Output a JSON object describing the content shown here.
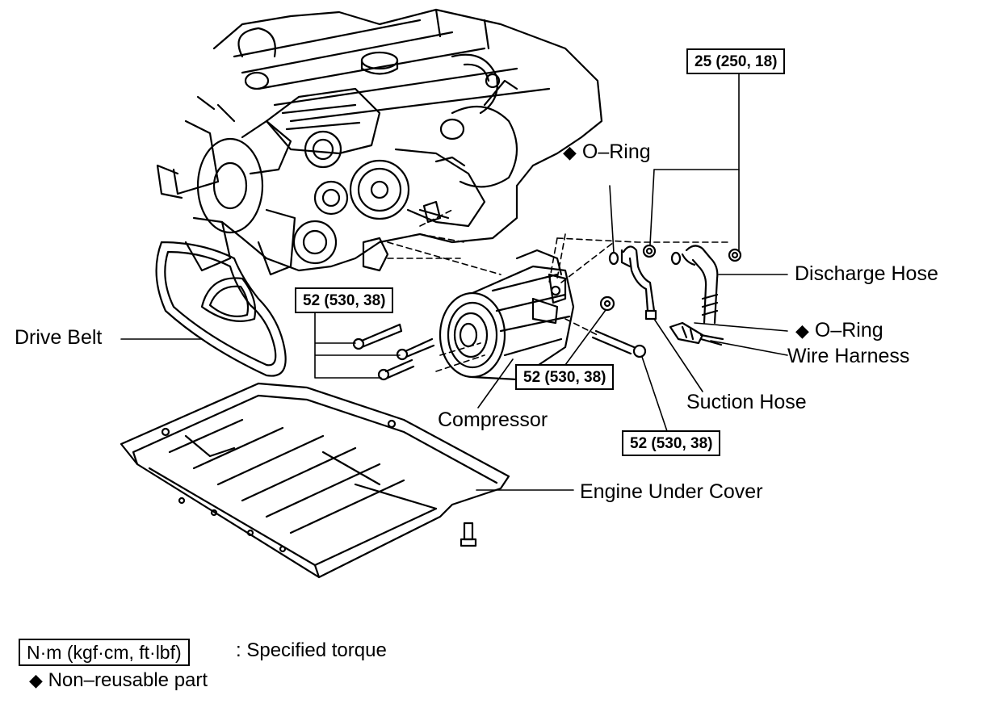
{
  "labels": {
    "drive_belt": "Drive Belt",
    "compressor": "Compressor",
    "discharge_hose": "Discharge Hose",
    "o_ring_top": "O–Ring",
    "o_ring_right": "O–Ring",
    "wire_harness": "Wire Harness",
    "suction_hose": "Suction Hose",
    "engine_under_cover": "Engine Under Cover"
  },
  "torque_specs": {
    "discharge_nut": "25 (250, 18)",
    "compressor_bolts": "52 (530, 38)",
    "compressor_nut": "52 (530, 38)",
    "compressor_stud_bolt": "52 (530, 38)"
  },
  "legend": {
    "torque_unit": "N·m (kgf·cm, ft·lbf)",
    "torque_desc": ": Specified torque",
    "non_reusable_symbol": "◆",
    "non_reusable_desc": "Non–reusable part"
  }
}
